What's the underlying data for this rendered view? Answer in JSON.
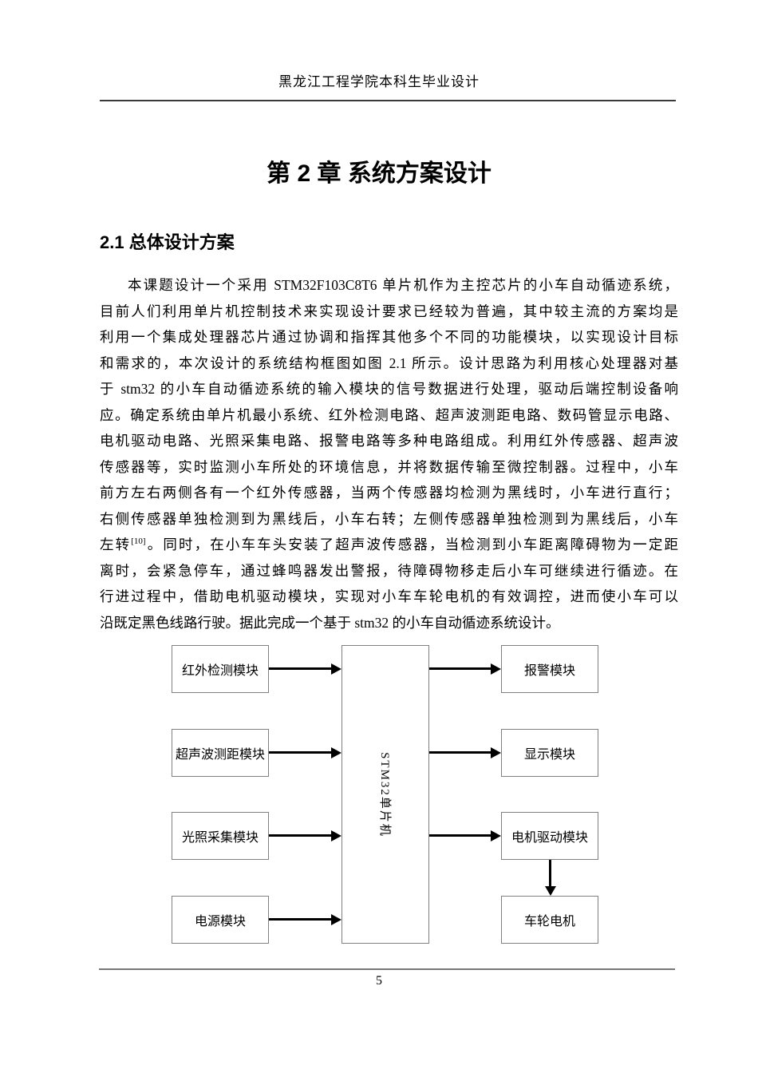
{
  "page": {
    "header": "黑龙江工程学院本科生毕业设计",
    "page_number": "5"
  },
  "chapter": {
    "title": "第 2 章 系统方案设计"
  },
  "section": {
    "heading": "2.1 总体设计方案"
  },
  "paragraph": {
    "lines": [
      "本课题设计一个采用 STM32F103C8T6 单片机作为主控芯片的小车自动循迹系统，",
      "目前人们利用单片机控制技术来实现设计要求已经较为普遍，其中较主流的方案均是",
      "利用一个集成处理器芯片通过协调和指挥其他多个不同的功能模块，以实现设计目标",
      "和需求的，本次设计的系统结构框图如图 2.1 所示。设计思路为利用核心处理器对基",
      "于 stm32 的小车自动循迹系统的输入模块的信号数据进行处理，驱动后端控制设备响",
      "应。确定系统由单片机最小系统、红外检测电路、超声波测距电路、数码管显示电路、",
      "电机驱动电路、光照采集电路、报警电路等多种电路组成。利用红外传感器、超声波",
      "传感器等，实时监测小车所处的环境信息，并将数据传输至微控制器。过程中，小车",
      "前方左右两侧各有一个红外传感器，当两个传感器均检测为黑线时，小车进行直行；",
      "右侧传感器单独检测到为黑线后，小车右转；左侧传感器单独检测到为黑线后，小车"
    ],
    "line11": {
      "pre": "左转",
      "sup": "[10]",
      "post": "。同时，在小车车头安装了超声波传感器，当检测到小车距离障碍物为一定距"
    },
    "lines_tail": [
      "离时，会紧急停车，通过蜂鸣器发出警报，待障碍物移走后小车可继续进行循迹。在",
      "行进过程中，借助电机驱动模块，实现对小车车轮电机的有效调控，进而使小车可以",
      "沿既定黑色线路行驶。据此完成一个基于 stm32 的小车自动循迹系统设计。"
    ]
  },
  "diagram": {
    "left_boxes": [
      "红外检测模块",
      "超声波测距模块",
      "光照采集模块",
      "电源模块"
    ],
    "center_box": "STM32单片机",
    "right_boxes": [
      "报警模块",
      "显示模块",
      "电机驱动模块",
      "车轮电机"
    ]
  },
  "colors": {
    "box_border": "#7f7f7f",
    "arrow": "#000000",
    "header_rule": "#3a3a3a",
    "footer_rule": "#777777"
  }
}
